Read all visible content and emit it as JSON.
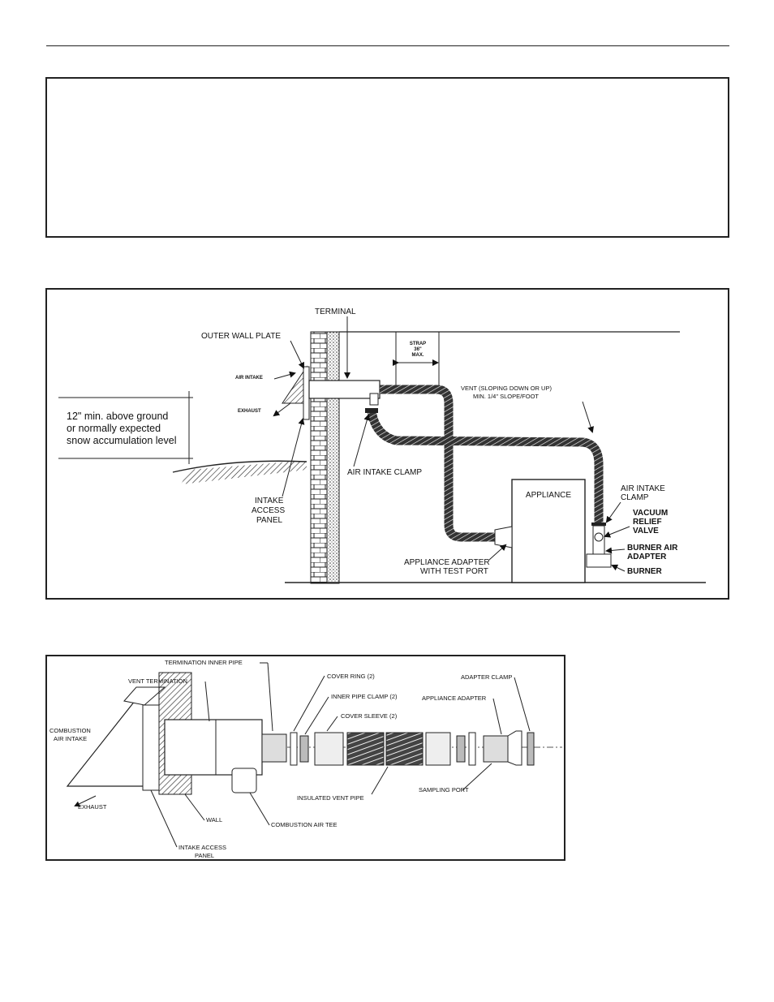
{
  "header": {},
  "figure1": {
    "labels": {
      "terminal": "TERMINAL",
      "outer_wall_plate": "OUTER WALL PLATE",
      "air_intake": "AIR INTAKE",
      "exhaust": "EXHAUST",
      "strap_1": "STRAP",
      "strap_2": "36\"",
      "strap_3": "MAX.",
      "vent_1": "VENT (SLOPING DOWN OR UP)",
      "vent_2": "MIN. 1/4\" SLOPE/FOOT",
      "clearance_1": "12\" min. above ground",
      "clearance_2": "or normally expected",
      "clearance_3": "snow accumulation level",
      "air_intake_clamp": "AIR INTAKE CLAMP",
      "appliance": "APPLIANCE",
      "air_intake_clamp_r1": "AIR INTAKE",
      "air_intake_clamp_r2": "CLAMP",
      "vacuum_1": "VACUUM",
      "vacuum_2": "RELIEF",
      "vacuum_3": "VALVE",
      "burner_air_1": "BURNER AIR",
      "burner_air_2": "ADAPTER",
      "burner": "BURNER",
      "intake_access_1": "INTAKE",
      "intake_access_2": "ACCESS",
      "intake_access_3": "PANEL",
      "appliance_adapter_1": "APPLIANCE ADAPTER",
      "appliance_adapter_2": "WITH TEST PORT"
    }
  },
  "figure2": {
    "labels": {
      "termination_inner_pipe": "TERMINATION INNER PIPE",
      "vent_termination": "VENT TERMINATION",
      "cover_ring": "COVER RING (2)",
      "inner_pipe_clamp": "INNER PIPE CLAMP (2)",
      "cover_sleeve": "COVER SLEEVE (2)",
      "adapter_clamp": "ADAPTER CLAMP",
      "appliance_adapter": "APPLIANCE ADAPTER",
      "combustion_air_intake_1": "COMBUSTION",
      "combustion_air_intake_2": "AIR INTAKE",
      "insulated_vent_pipe": "INSULATED VENT PIPE",
      "sampling_port": "SAMPLING PORT",
      "exhaust": "EXHAUST",
      "wall": "WALL",
      "combustion_air_tee": "COMBUSTION AIR TEE",
      "intake_access_1": "INTAKE ACCESS",
      "intake_access_2": "PANEL"
    }
  }
}
